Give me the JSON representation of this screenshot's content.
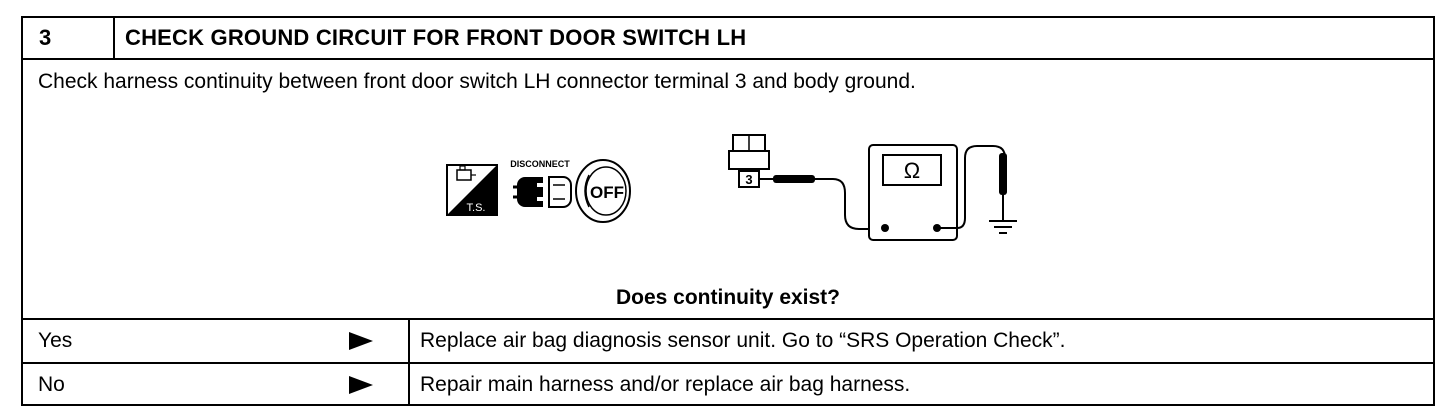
{
  "step": {
    "number": "3",
    "title": "CHECK GROUND CIRCUIT FOR FRONT DOOR SWITCH LH"
  },
  "instruction": "Check harness continuity between front door switch LH connector terminal 3 and body ground.",
  "diagram": {
    "ts_label": "T.S.",
    "disconnect_label": "DISCONNECT",
    "ignition_label": "OFF",
    "terminal_label": "3",
    "ohm_symbol": "Ω",
    "icons": [
      "ts-icon",
      "disconnect-icon",
      "ignition-off-icon",
      "connector-icon",
      "ohmmeter-icon",
      "ground-icon"
    ]
  },
  "question": "Does continuity exist?",
  "answers": [
    {
      "label": "Yes",
      "arrow_icon": "right-triangle-icon",
      "action": "Replace air bag diagnosis sensor unit. Go to “SRS Operation Check”."
    },
    {
      "label": "No",
      "arrow_icon": "right-triangle-icon",
      "action": "Repair main harness and/or replace air bag harness."
    }
  ]
}
